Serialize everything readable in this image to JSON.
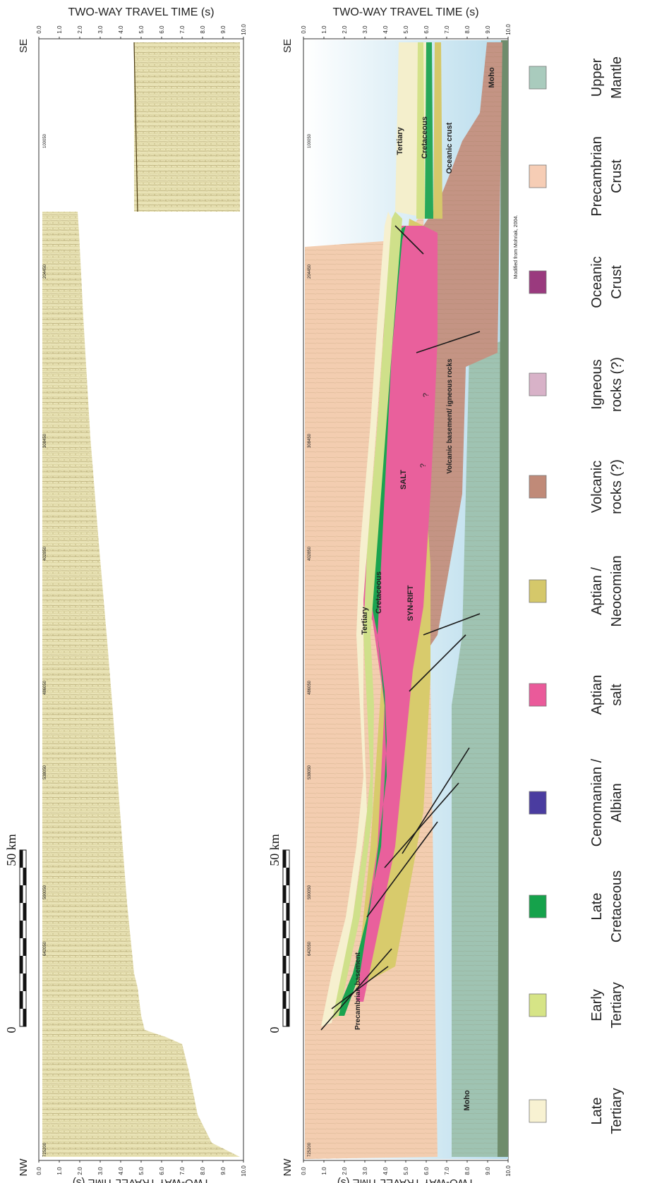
{
  "header": {
    "axis_title_top": "TWO-WAY TRAVEL TIME (s)",
    "axis_title_bottom": "TWO-WAY TRAVEL TIME (s)"
  },
  "orientation": {
    "start": "NW",
    "end": "SE"
  },
  "time_ticks": [
    "0.0",
    "1.0",
    "2.0",
    "3.0",
    "4.0",
    "5.0",
    "6.0",
    "7.0",
    "8.0",
    "9.0",
    "10.0"
  ],
  "cdp_labels": [
    "725200",
    "642050",
    "590050",
    "538050",
    "486050",
    "402850",
    "308450",
    "204450",
    "100050"
  ],
  "scale_bar": {
    "zero": "0",
    "length": "50 km"
  },
  "credit": "Modified from Mohriak, 2004.",
  "interpretation_labels": {
    "precambrian_basement": "Precambrian basement",
    "moho_nw": "Moho",
    "moho_se": "Moho",
    "tertiary_1": "Tertiary",
    "cretaceous_1": "Cretaceous",
    "syn_rift": "SYN-RIFT",
    "salt": "SALT",
    "volcanic": "Volcanic basement/ igneous rocks",
    "tertiary_2": "Tertiary",
    "cretaceous_2": "Cretaceous",
    "oceanic": "Oceanic crust",
    "question_1": "?",
    "question_2": "?"
  },
  "legend": [
    {
      "line1": "Late",
      "line2": "Tertiary",
      "color": "#f8f2d2"
    },
    {
      "line1": "Early",
      "line2": "Tertiary",
      "color": "#d6e486"
    },
    {
      "line1": "Late",
      "line2": "Cretaceous",
      "color": "#15a24b"
    },
    {
      "line1": "Cenomanian /",
      "line2": "Albian",
      "color": "#4a3ca0"
    },
    {
      "line1": "Aptian",
      "line2": "salt",
      "color": "#ea5a9a"
    },
    {
      "line1": "Aptian /",
      "line2": "Neocomian",
      "color": "#d5c86a"
    },
    {
      "line1": "Volcanic",
      "line2": "rocks (?)",
      "color": "#c08a78"
    },
    {
      "line1": "Igneous",
      "line2": "rocks (?)",
      "color": "#d8b2c8"
    },
    {
      "line1": "Oceanic",
      "line2": "Crust",
      "color": "#9a3a7e"
    },
    {
      "line1": "Precambrian",
      "line2": "Crust",
      "color": "#f6cdb5"
    },
    {
      "line1": "Upper",
      "line2": "Mantle",
      "color": "#a9cbbd"
    }
  ]
}
